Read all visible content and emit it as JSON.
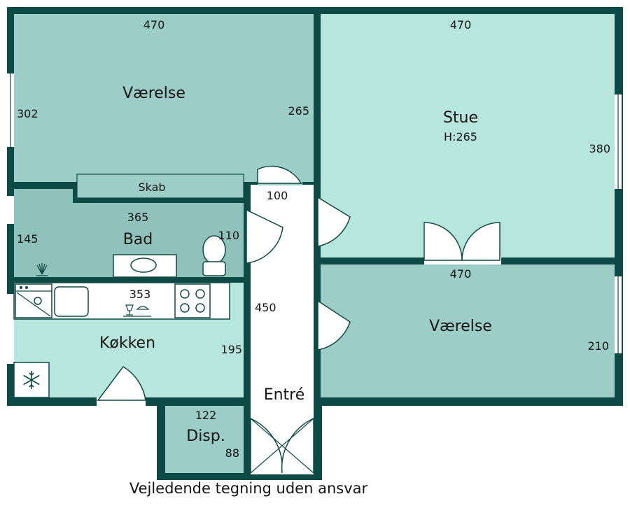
{
  "colors": {
    "wall": "#0e4a45",
    "room_dark": "#9ccdc6",
    "room_bath": "#8fc2ba",
    "room_light": "#b7e6dd",
    "floor_white": "#ffffff"
  },
  "rooms": {
    "bedroom_top": {
      "name": "Værelse",
      "dim_top": "470",
      "dim_left": "302",
      "dim_right": "265"
    },
    "living_room": {
      "name": "Stue",
      "height_note": "H:265",
      "dim_top": "470",
      "dim_right": "380"
    },
    "bedroom_bottom": {
      "name": "Værelse",
      "dim_top": "470",
      "dim_right": "210"
    },
    "closet": {
      "name": "Skab"
    },
    "bathroom": {
      "name": "Bad",
      "dim_top": "365",
      "dim_left": "145",
      "dim_right": "110"
    },
    "kitchen": {
      "name": "Køkken",
      "dim_top": "353",
      "dim_right": "195"
    },
    "entry": {
      "name": "Entré",
      "dim_top": "100",
      "dim_side": "450"
    },
    "pantry": {
      "name": "Disp.",
      "dim_top": "122",
      "dim_right": "88"
    }
  },
  "fixtures": [
    "washing-machine-icon",
    "sink-icon",
    "dishwasher-icon",
    "stove-icon",
    "toilet-icon",
    "snowflake-icon",
    "plant-icon"
  ],
  "caption": "Vejledende tegning uden ansvar"
}
